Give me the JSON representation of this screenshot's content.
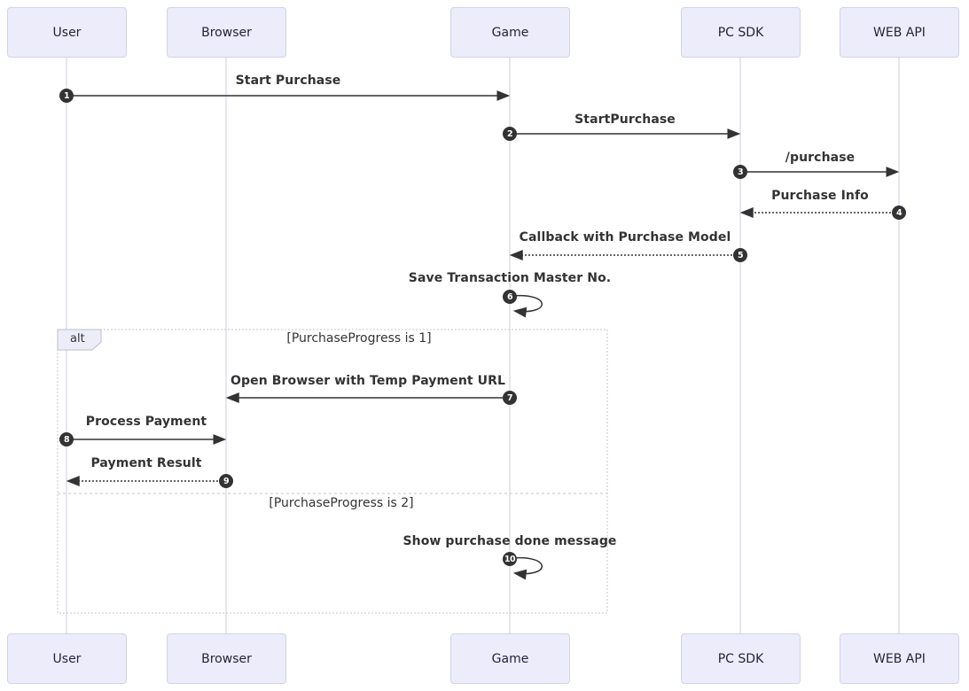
{
  "diagram": {
    "type": "sequence-diagram",
    "participants": [
      {
        "id": "user",
        "label": "User"
      },
      {
        "id": "browser",
        "label": "Browser"
      },
      {
        "id": "game",
        "label": "Game"
      },
      {
        "id": "pcsdk",
        "label": "PC SDK"
      },
      {
        "id": "webapi",
        "label": "WEB API"
      }
    ],
    "messages": [
      {
        "seq": "1",
        "label": "Start Purchase",
        "from": "User",
        "to": "Game",
        "line": "solid"
      },
      {
        "seq": "2",
        "label": "StartPurchase",
        "from": "Game",
        "to": "PC SDK",
        "line": "solid"
      },
      {
        "seq": "3",
        "label": "/purchase",
        "from": "PC SDK",
        "to": "WEB API",
        "line": "solid"
      },
      {
        "seq": "4",
        "label": "Purchase Info",
        "from": "WEB API",
        "to": "PC SDK",
        "line": "dotted"
      },
      {
        "seq": "5",
        "label": "Callback with Purchase Model",
        "from": "PC SDK",
        "to": "Game",
        "line": "dotted"
      },
      {
        "seq": "6",
        "label": "Save Transaction Master No.",
        "from": "Game",
        "to": "Game",
        "line": "self"
      },
      {
        "seq": "7",
        "label": "Open Browser with Temp Payment URL",
        "from": "Game",
        "to": "Browser",
        "line": "solid"
      },
      {
        "seq": "8",
        "label": "Process Payment",
        "from": "User",
        "to": "Browser",
        "line": "solid"
      },
      {
        "seq": "9",
        "label": "Payment Result",
        "from": "Browser",
        "to": "User",
        "line": "dotted"
      },
      {
        "seq": "10",
        "label": "Show purchase done message",
        "from": "Game",
        "to": "Game",
        "line": "self"
      }
    ],
    "alt_frame": {
      "label": "alt",
      "conditions": [
        "[PurchaseProgress is 1]",
        "[PurchaseProgress is 2]"
      ]
    },
    "colors": {
      "actor_fill": "#ececfb",
      "actor_border": "#d5d2ea",
      "line": "#333333",
      "lifeline": "#ccccdd",
      "badge_fill": "#333333",
      "badge_text": "#ffffff",
      "frame_border": "#c5c5d8",
      "label_box_fill": "#ededfa"
    }
  }
}
